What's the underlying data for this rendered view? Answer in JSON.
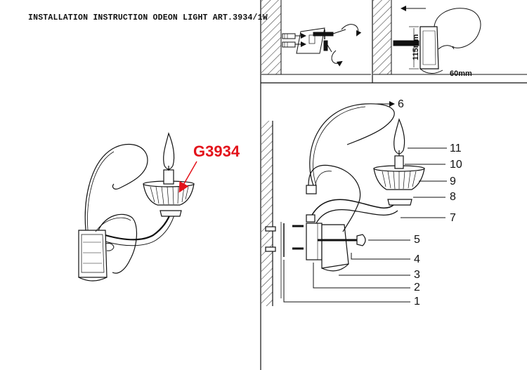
{
  "header": {
    "title": "INSTALLATION INSTRUCTION ODEON LIGHT ART.3934/1W"
  },
  "product": {
    "model": "G3934"
  },
  "dimensions": {
    "width": "60mm",
    "height": "115mm"
  },
  "parts": {
    "p1": "1",
    "p2": "2",
    "p3": "3",
    "p4": "4",
    "p5": "5",
    "p6": "6",
    "p7": "7",
    "p8": "8",
    "p9": "9",
    "p10": "10",
    "p11": "11"
  },
  "colors": {
    "line": "#111111",
    "accent_red": "#e3131b",
    "hatch": "#444444"
  }
}
